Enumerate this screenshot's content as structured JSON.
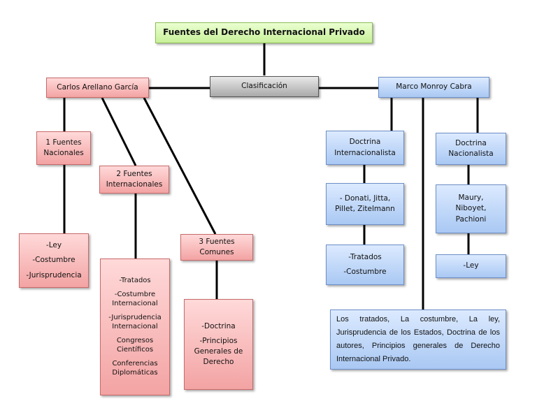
{
  "title": "Fuentes del Derecho Internacional Privado",
  "classification": "Clasificación",
  "left": {
    "author": "Carlos Arellano García",
    "nacionales": {
      "label": "1 Fuentes Nacionales",
      "items": [
        "-Ley",
        "-Costumbre",
        "-Jurisprudencia"
      ]
    },
    "internacionales": {
      "label": "2 Fuentes Internacionales",
      "items": [
        "-Tratados",
        "-Costumbre Internacional",
        "-Jurisprudencia Internacional",
        "Congresos Científicos",
        "Conferencias Diplomáticas"
      ]
    },
    "comunes": {
      "label": "3 Fuentes Comunes",
      "items": [
        "-Doctrina",
        "-Principios Generales de Derecho"
      ]
    }
  },
  "right": {
    "author": "Marco Monroy Cabra",
    "internacionalista": {
      "label": "Doctrina Internacionalista",
      "authors": "- Donati, Jitta, Pillet, Zitelmann",
      "items": [
        "-Tratados",
        "-Costumbre"
      ]
    },
    "nacionalista": {
      "label": "Doctrina Nacionalista",
      "authors": "Maury, Niboyet, Pachioni",
      "items": [
        "-Ley"
      ]
    },
    "summary": "Los tratados, La costumbre, La ley, Jurisprudencia de los Estados, Doctrina de los autores, Principios generales de Derecho Internacional Privado."
  }
}
